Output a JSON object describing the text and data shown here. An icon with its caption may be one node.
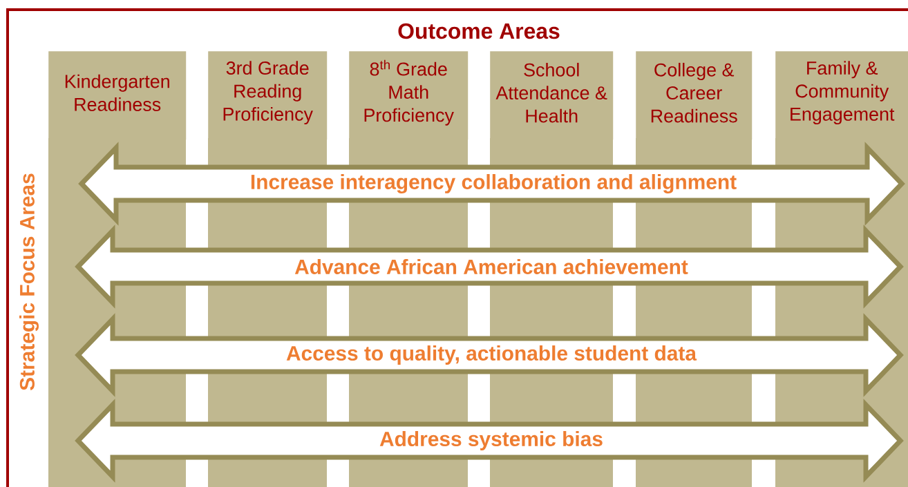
{
  "diagram": {
    "title": "Outcome Areas",
    "nodes": [
      {
        "text": [
          "Kindergarten Readiness"
        ]
      },
      {
        "text": [
          "3rd Grade Reading Proficiency"
        ]
      },
      {
        "text": [
          "\\mathrm{8}^{\\mathrm{th}}",
          "Grade Math Proficiency"
        ]
      },
      {
        "text": [
          "School Attendance & Health"
        ]
      },
      {
        "text": [
          "College & Career Readiness"
        ]
      },
      {
        "text": [
          "Family & Community Engagement"
        ]
      },
      {
        "text": [
          "Increase interagency collaboration and alignment"
        ]
      },
      {
        "text": [
          "Advance African American achievement"
        ]
      },
      {
        "text": [
          "Access to quality, actionable student data"
        ]
      },
      {
        "text": [
          "Address systemic bias"
        ]
      }
    ],
    "labels": [
      "Strategic Focus Areas"
    ]
  }
}
